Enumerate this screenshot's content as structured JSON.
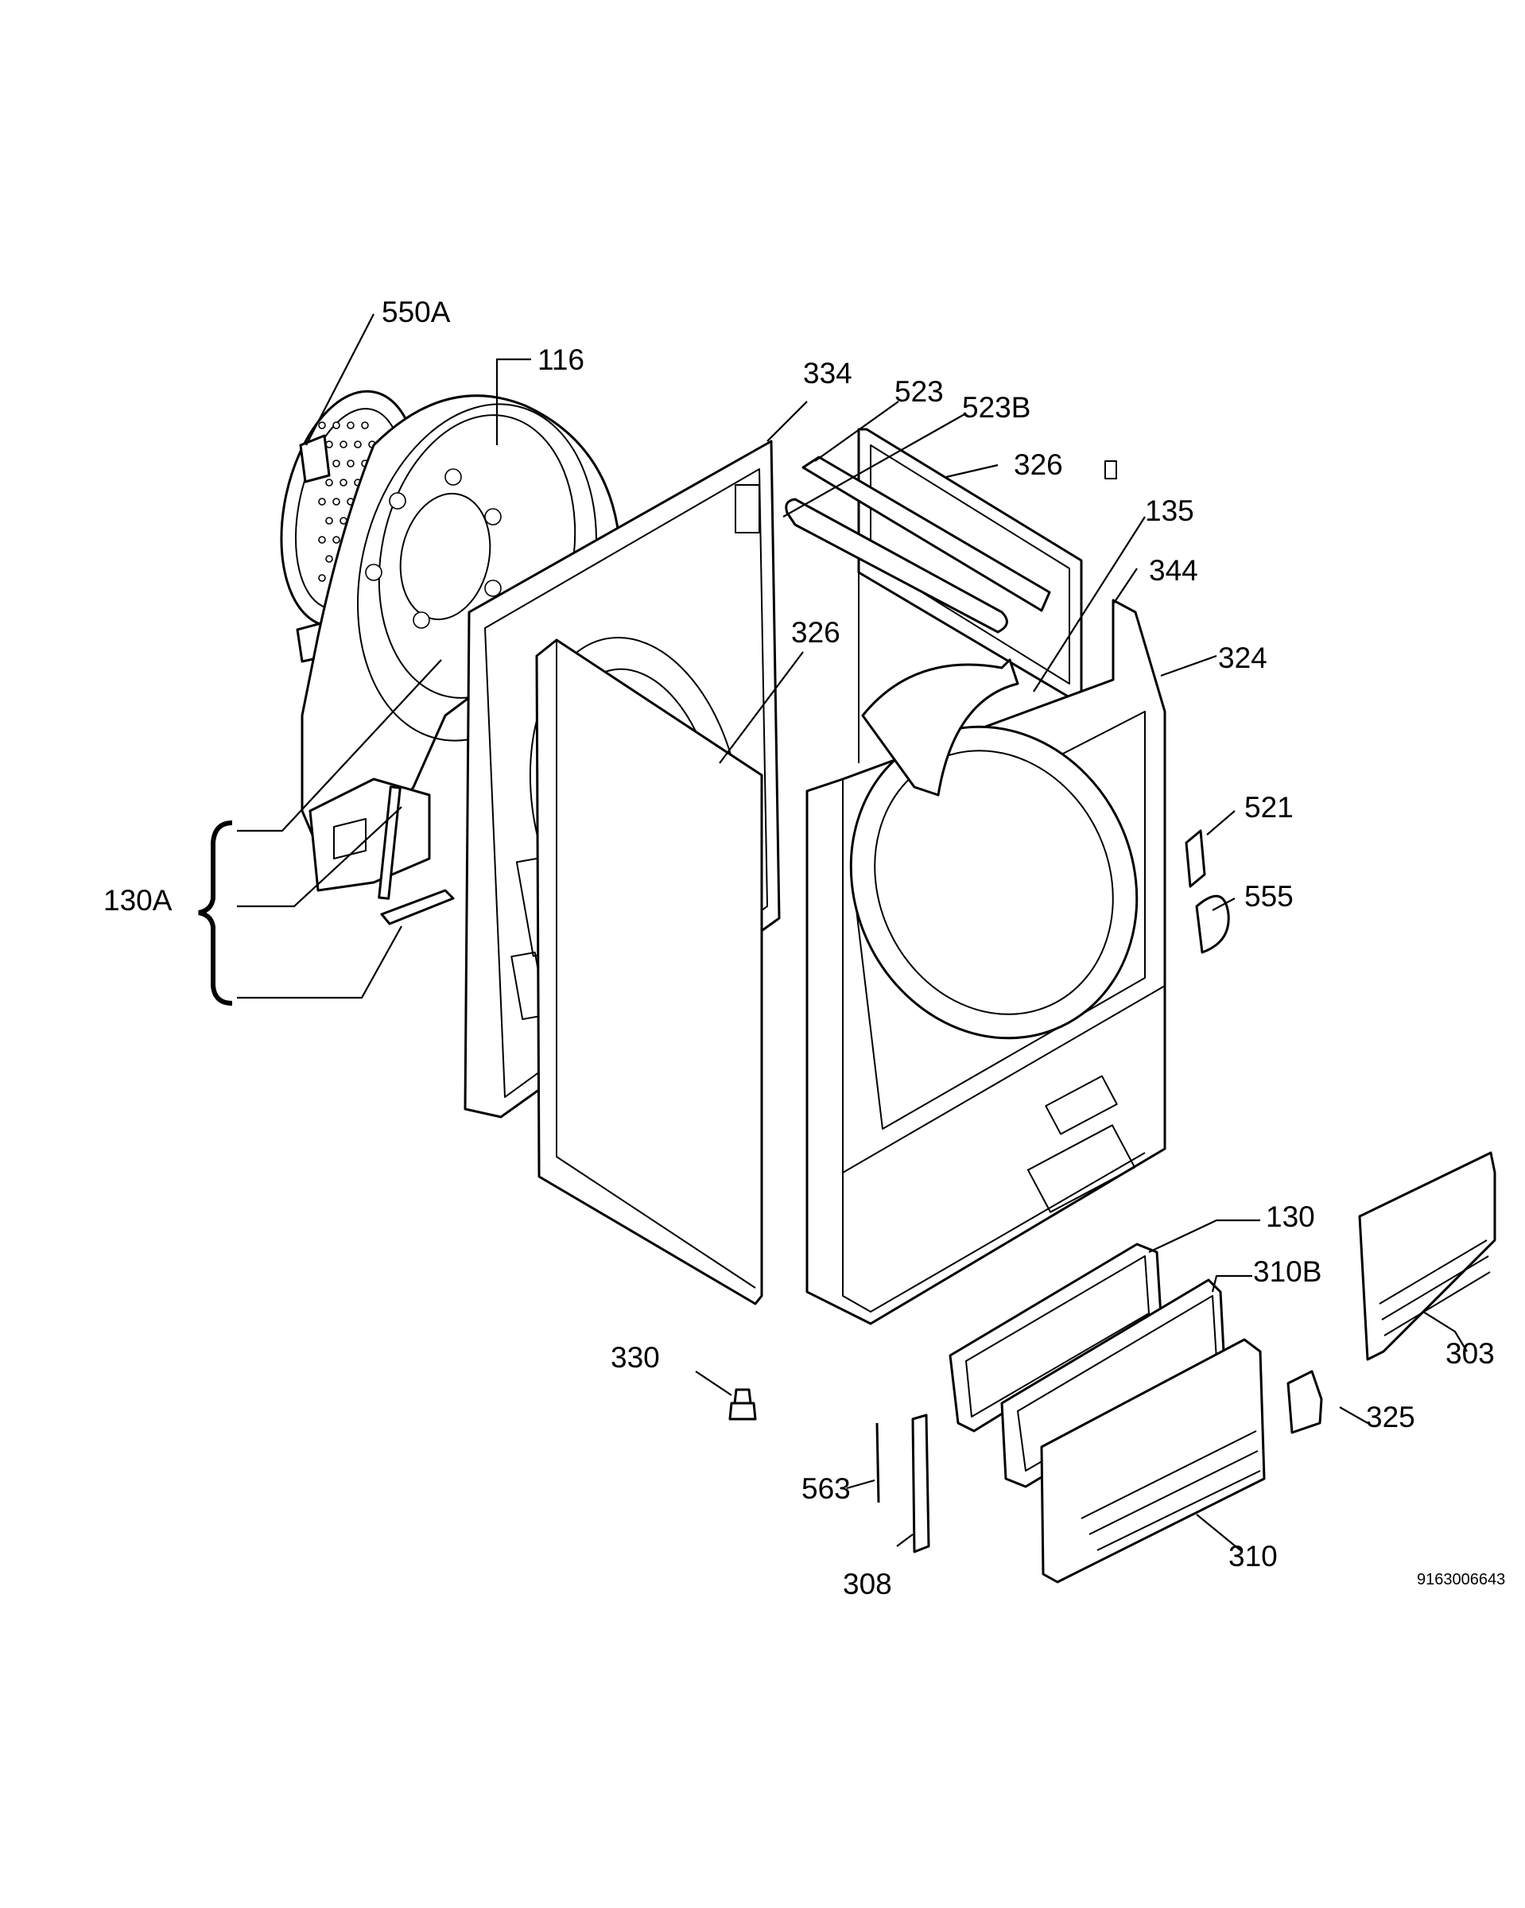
{
  "diagram": {
    "labels": {
      "p550A": "550A",
      "p116": "116",
      "p334": "334",
      "p523": "523",
      "p523B": "523B",
      "p326_top": "326",
      "p135": "135",
      "p344": "344",
      "p324": "324",
      "p326_mid": "326",
      "p521": "521",
      "p555": "555",
      "p130A": "130A",
      "p130": "130",
      "p310B": "310B",
      "p303": "303",
      "p330": "330",
      "p325": "325",
      "p563": "563",
      "p310": "310",
      "p308": "308"
    },
    "drawing_code": "9163006643"
  }
}
